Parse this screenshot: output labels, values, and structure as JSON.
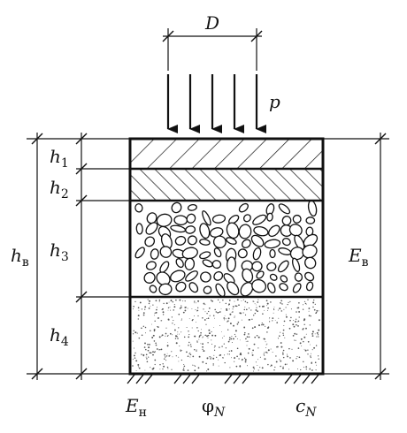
{
  "labels": {
    "D": "D",
    "p": "p",
    "h1_main": "h",
    "h1_sub": "1",
    "h2_main": "h",
    "h2_sub": "2",
    "h3_main": "h",
    "h3_sub": "3",
    "h4_main": "h",
    "h4_sub": "4",
    "hv_main": "h",
    "hv_sub": "в",
    "Ev_main": "E",
    "Ev_sub": "в",
    "En_main": "E",
    "En_sub": "н",
    "phi_main": "φ",
    "phi_sub": "N",
    "c_main": "c",
    "c_sub": "N"
  },
  "colors": {
    "stroke": "#111111",
    "background": "#ffffff",
    "speckle": "#555555"
  },
  "layers": [
    {
      "name": "layer-1",
      "fill": "diagonal-hatch"
    },
    {
      "name": "layer-2",
      "fill": "cross-hatch"
    },
    {
      "name": "layer-3",
      "fill": "gravel"
    },
    {
      "name": "layer-4",
      "fill": "sand-dots"
    }
  ]
}
